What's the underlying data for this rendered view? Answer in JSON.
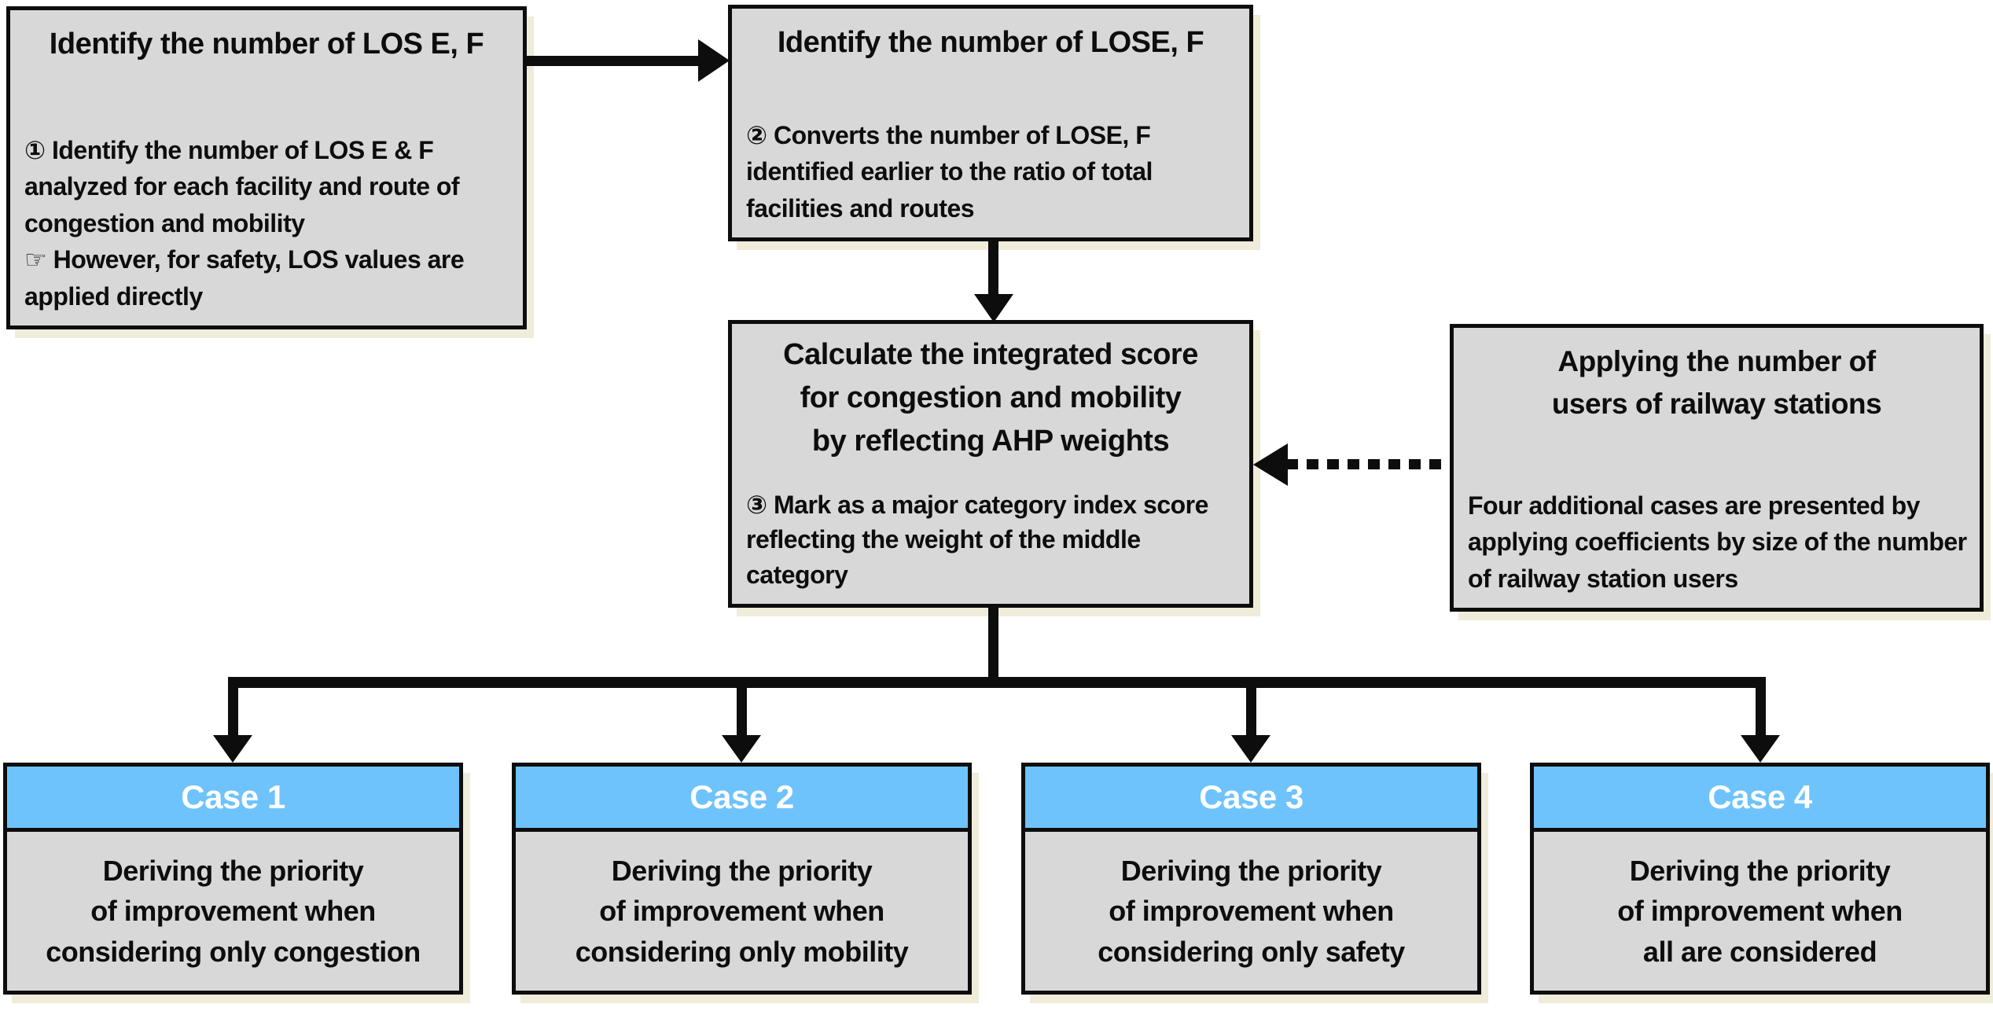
{
  "palette": {
    "canvas_bg": "#ffffff",
    "box_fill": "#d8d8d8",
    "box_border": "#0d0d0d",
    "header_blue": "#6ec3fc",
    "header_text": "#ffffff",
    "shadow": "#efecda",
    "arrow": "#0d0d0d"
  },
  "boxes": {
    "identify_los": {
      "title": "Identify the number of LOS E, F",
      "note1": "① Identify the number of LOS E & F analyzed for each facility and route of congestion and mobility",
      "note2": "☞ However, for safety, LOS values are applied directly"
    },
    "identify_lose": {
      "title": "Identify the number of LOSE, F",
      "note1": "② Converts the number of LOSE, F identified earlier to the ratio of total facilities and routes"
    },
    "integrated_score": {
      "title": "Calculate the integrated score for congestion and mobility by reflecting AHP weights",
      "note1": "③ Mark as a major category index score reflecting the weight of the middle category"
    },
    "railway_users": {
      "title": "Applying the number of users of railway stations",
      "note1": "Four additional cases are presented by applying coefficients by size of the number of railway station users"
    }
  },
  "cases": [
    {
      "label": "Case 1",
      "body": "Deriving the priority of improvement when considering only congestion"
    },
    {
      "label": "Case 2",
      "body": "Deriving the priority of improvement when considering only mobility"
    },
    {
      "label": "Case 3",
      "body": "Deriving the priority of improvement when considering only safety"
    },
    {
      "label": "Case 4",
      "body": "Deriving the priority of improvement when all are considered"
    }
  ]
}
